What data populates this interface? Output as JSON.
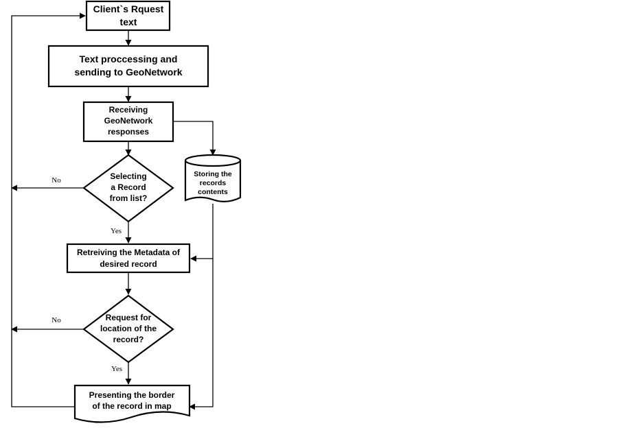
{
  "nodes": {
    "client_request": [
      "Client`s Rquest",
      "text"
    ],
    "text_processing": [
      "Text proccessing and",
      "sending to GeoNetwork"
    ],
    "receiving_responses": [
      "Receiving",
      "GeoNetwork",
      "responses"
    ],
    "storing_records": [
      "Storing the",
      "records",
      "contents"
    ],
    "selecting_record": [
      "Selecting",
      "a Record",
      "from list?"
    ],
    "retrieving_metadata": [
      "Retreiving the Metadata of",
      "desired record"
    ],
    "request_location": [
      "Request for",
      "location of the",
      "record?"
    ],
    "presenting_border": [
      "Presenting the border",
      "of the record in map"
    ]
  },
  "edge_labels": {
    "select_no": "No",
    "select_yes": "Yes",
    "location_no": "No",
    "location_yes": "Yes"
  }
}
